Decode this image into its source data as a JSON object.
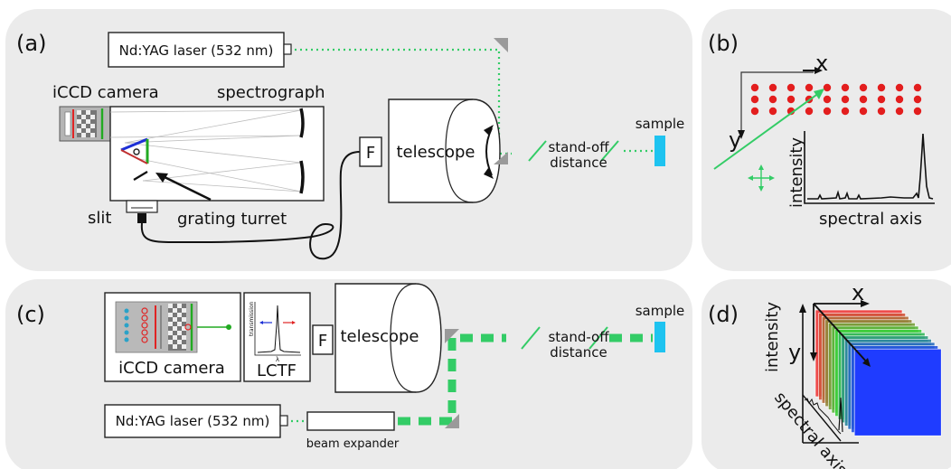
{
  "panels": {
    "a": {
      "tag": "(a)",
      "laser": "Nd:YAG laser (532 nm)",
      "camera": "iCCD camera",
      "spectrograph": "spectrograph",
      "fiber_connector": "F",
      "telescope": "telescope",
      "slit": "slit",
      "grating": "grating turret",
      "standoff_line1": "stand-off",
      "standoff_line2": "distance",
      "sample": "sample"
    },
    "b": {
      "tag": "(b)",
      "x_axis": "x",
      "y_axis": "y",
      "intensity": "intensity",
      "spectral": "spectral axis"
    },
    "c": {
      "tag": "(c)",
      "camera": "iCCD camera",
      "filter": "LCTF",
      "filter_inset_ylabel": "transmission",
      "filter_inset_xlabel": "λ",
      "fiber_connector": "F",
      "telescope": "telescope",
      "standoff_line1": "stand-off",
      "standoff_line2": "distance",
      "sample": "sample",
      "laser": "Nd:YAG laser (532 nm)",
      "expander": "beam expander"
    },
    "d": {
      "tag": "(d)",
      "x_axis": "x",
      "y_axis": "y",
      "intensity": "intensity",
      "spectral": "spectral axis"
    }
  },
  "colors": {
    "panel_bg": "#ebebeb",
    "laser_beam": "#33cc66",
    "sample": "#1ec3f0",
    "raster_points": "#e31e1e",
    "cube_red": "#ee3b3b",
    "cube_green": "#3ccf3c",
    "cube_blue": "#1f3cff"
  }
}
